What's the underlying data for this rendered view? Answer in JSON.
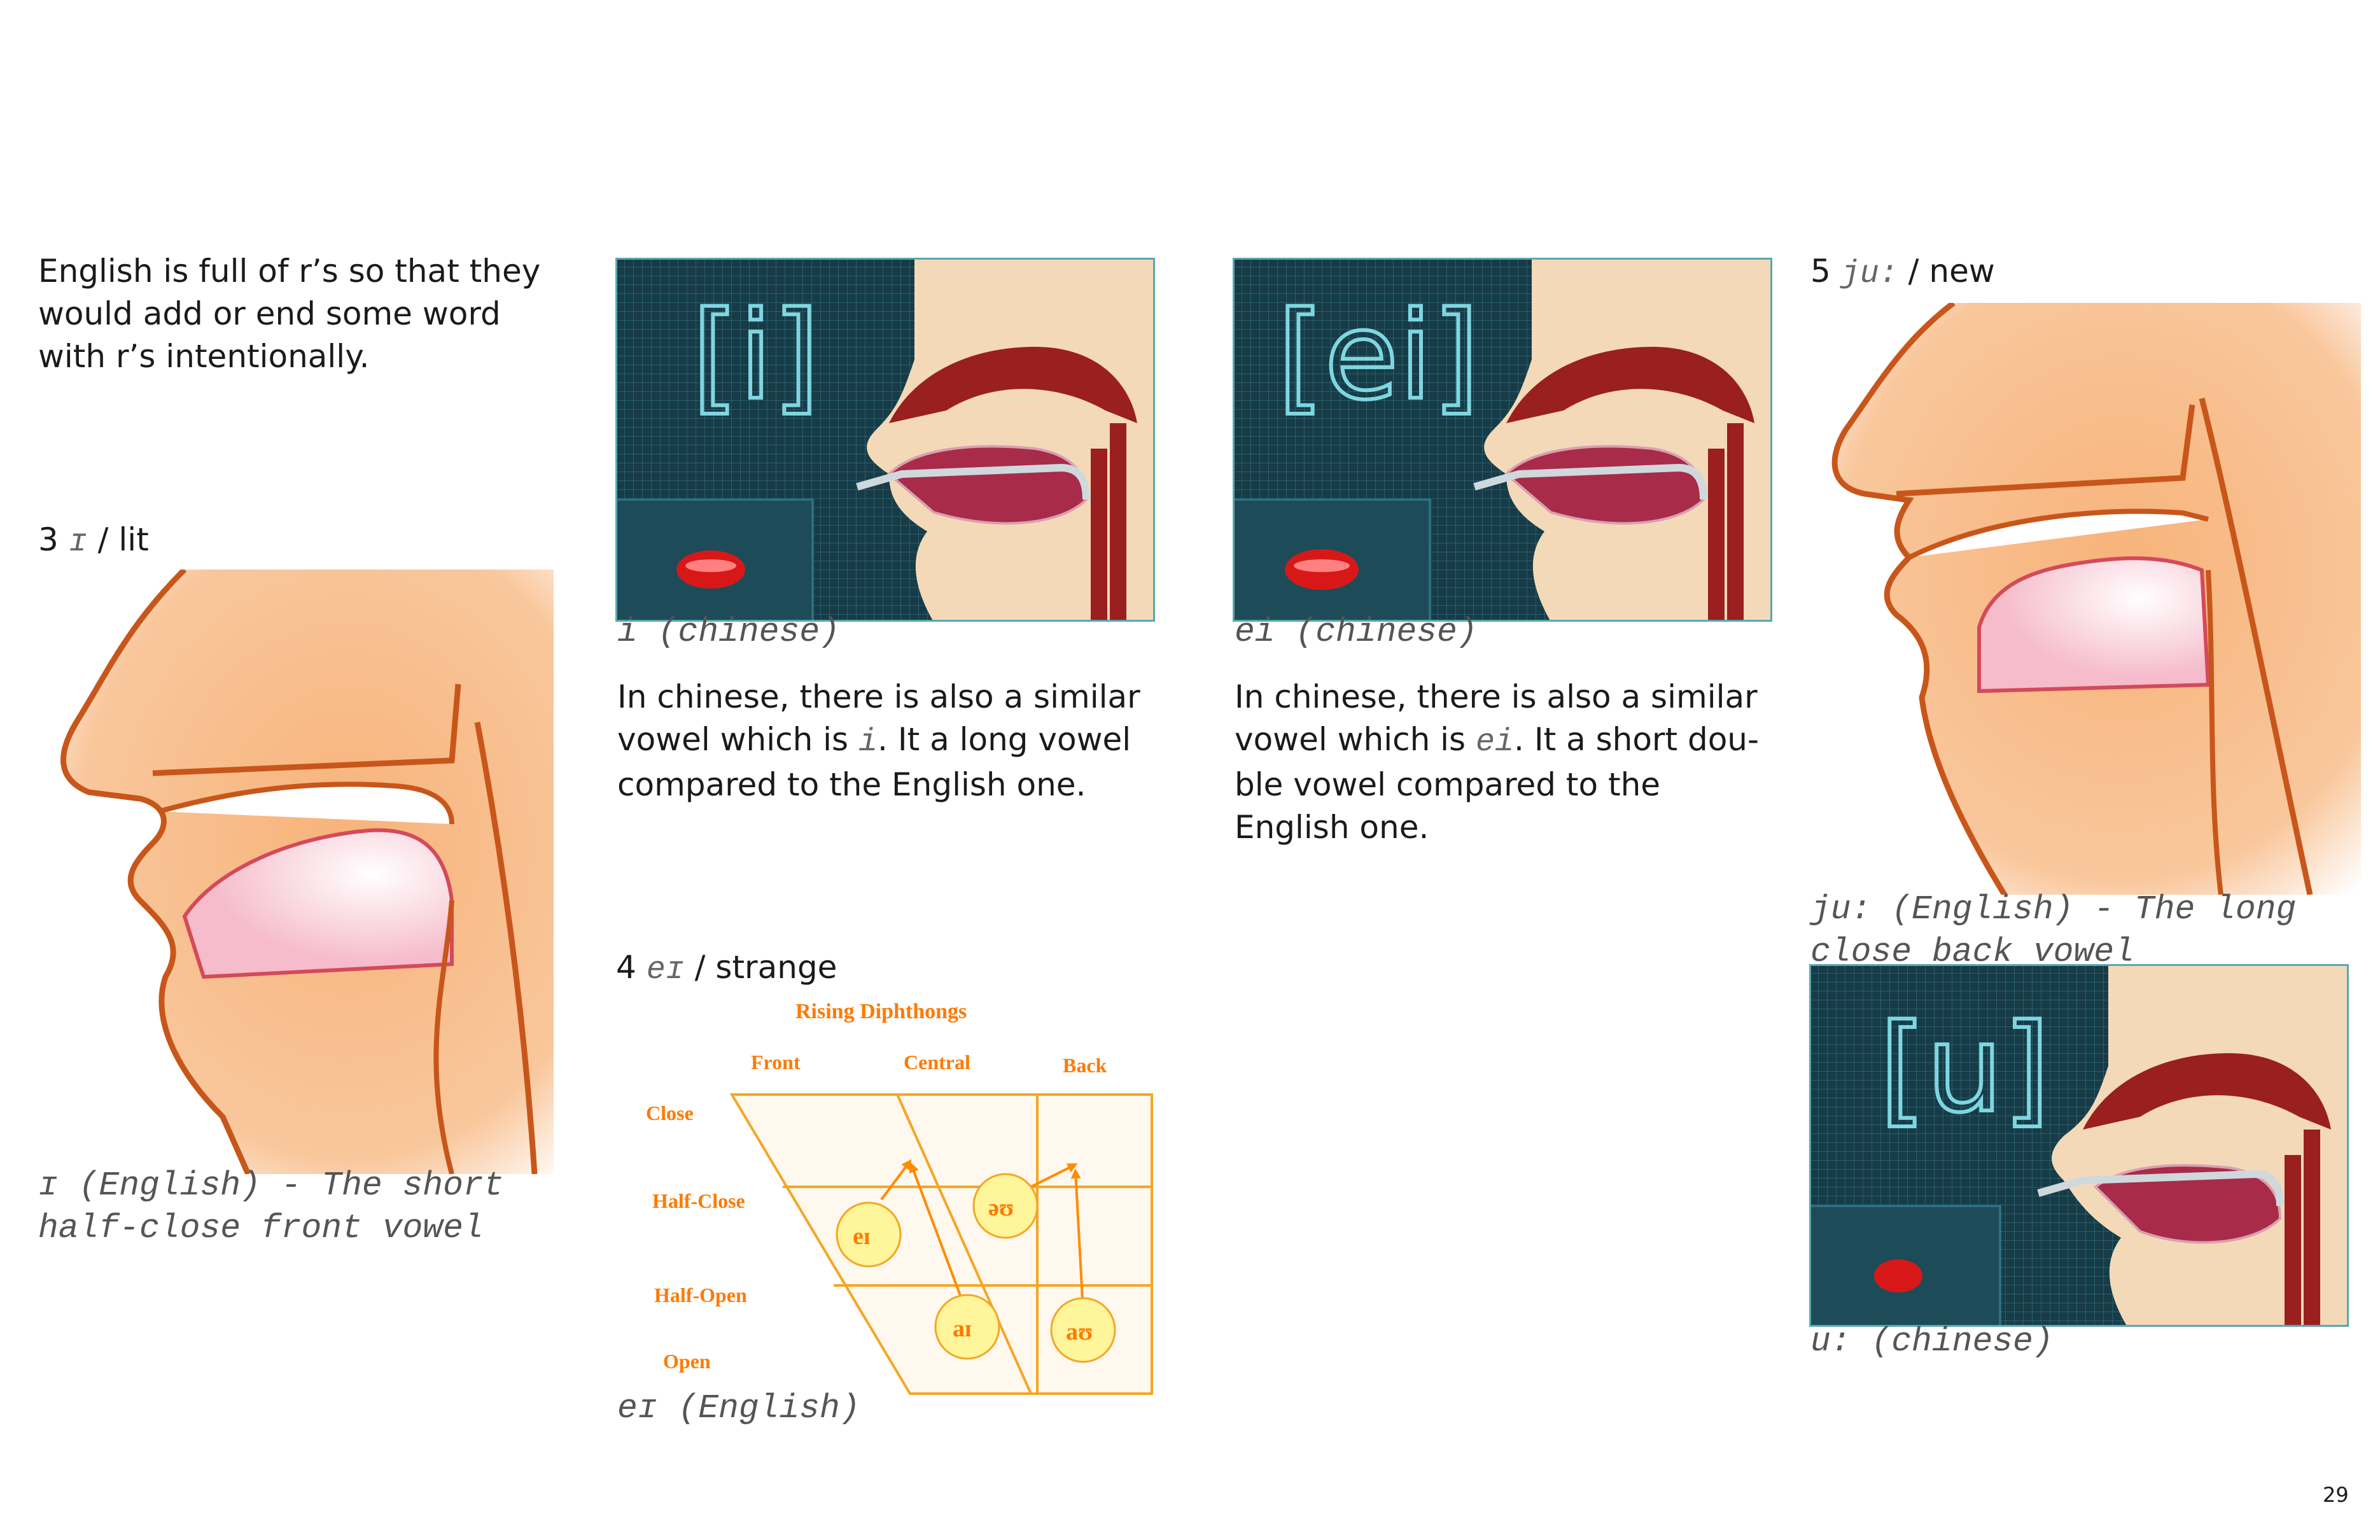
{
  "intro": {
    "text": " English is full of r’s so that they would add or end some word with r’s intentionally."
  },
  "sec3": {
    "num": "3",
    "symbol": "ɪ",
    "slash": "/",
    "word": "lit",
    "caption_line1": "ɪ (English) - The short",
    "caption_line2": "half-close front vowel"
  },
  "photo_i": {
    "label": "[i]",
    "caption": "i (chinese)",
    "desc_before": "In chinese, there is also a similar vowel which is ",
    "desc_symbol": "i",
    "desc_after": ". It a long vowel compared to the English one."
  },
  "photo_ei": {
    "label": "[ei]",
    "caption": "ei (chinese)",
    "desc_before": "In chinese, there is also a similar vowel which is ",
    "desc_symbol": "ei",
    "desc_after": ". It a short dou-ble vowel compared to the English one."
  },
  "sec4": {
    "num": "4",
    "symbol": "eɪ",
    "slash": "/",
    "word": "strange",
    "caption": "eɪ (English)"
  },
  "chart": {
    "title": "Rising Diphthongs",
    "front": "Front",
    "central": "Central",
    "back": "Back",
    "close": "Close",
    "half_close": "Half-Close",
    "half_open": "Half-Open",
    "open": "Open",
    "d1": "eɪ",
    "d2": "əʊ",
    "d3": "aɪ",
    "d4": "aʊ",
    "accent": "#ff8c00",
    "bubble": "#fff59a"
  },
  "sec5": {
    "num": "5",
    "symbol": "ju:",
    "slash": "/",
    "word": "new",
    "caption_line1": "ju: (English) - The long",
    "caption_line2": "close back vowel"
  },
  "photo_u": {
    "label": "[u]",
    "caption": "u: (chinese)"
  },
  "page": {
    "number": "29"
  },
  "colors": {
    "skin": "#f7b37a",
    "outline": "#c8561a",
    "tongue": "#f8c6d0",
    "screen": "#173c48",
    "label": "#7fd6e0"
  }
}
